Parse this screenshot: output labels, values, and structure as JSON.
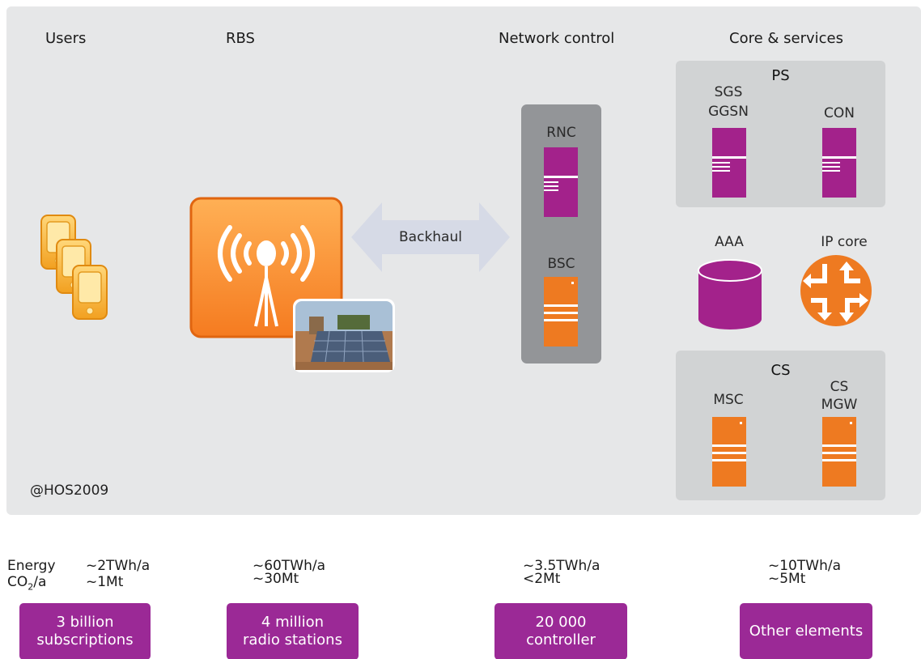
{
  "headers": {
    "users": "Users",
    "rbs": "RBS",
    "network_control": "Network control",
    "core_services": "Core & services"
  },
  "backhaul": "Backhaul",
  "network_control": {
    "rnc": "RNC",
    "bsc": "BSC"
  },
  "ps": {
    "title": "PS",
    "sgs_line1": "SGS",
    "sgs_line2": "GGSN",
    "con": "CON"
  },
  "middle": {
    "aaa": "AAA",
    "ip_core": "IP core"
  },
  "cs": {
    "title": "CS",
    "msc": "MSC",
    "mgw_line1": "CS",
    "mgw_line2": "MGW"
  },
  "watermark": "@HOS2009",
  "legend": {
    "energy": "Energy",
    "co2_prefix": "CO",
    "co2_sub": "2",
    "co2_suffix": "/a"
  },
  "stats": [
    {
      "energy": "~2TWh/a",
      "co2": "~1Mt",
      "box_line1": "3 billion",
      "box_line2": "subscriptions"
    },
    {
      "energy": "~60TWh/a",
      "co2": "~30Mt",
      "box_line1": "4 million",
      "box_line2": "radio stations"
    },
    {
      "energy": "~3.5TWh/a",
      "co2": "<2Mt",
      "box_line1": "20 000",
      "box_line2": "controller"
    },
    {
      "energy": "~10TWh/a",
      "co2": "~5Mt",
      "box_line1": "Other elements",
      "box_line2": ""
    }
  ],
  "colors": {
    "panel": "#e6e7e8",
    "purple": "#a3228b",
    "orange": "#ee7a21",
    "control_grey": "#939598",
    "box_purple": "#9b2996"
  },
  "icons": [
    "phone-icon",
    "radio-tower-icon",
    "solar-panel-photo",
    "double-arrow-icon",
    "database-icon",
    "router-icon",
    "server-icon"
  ]
}
